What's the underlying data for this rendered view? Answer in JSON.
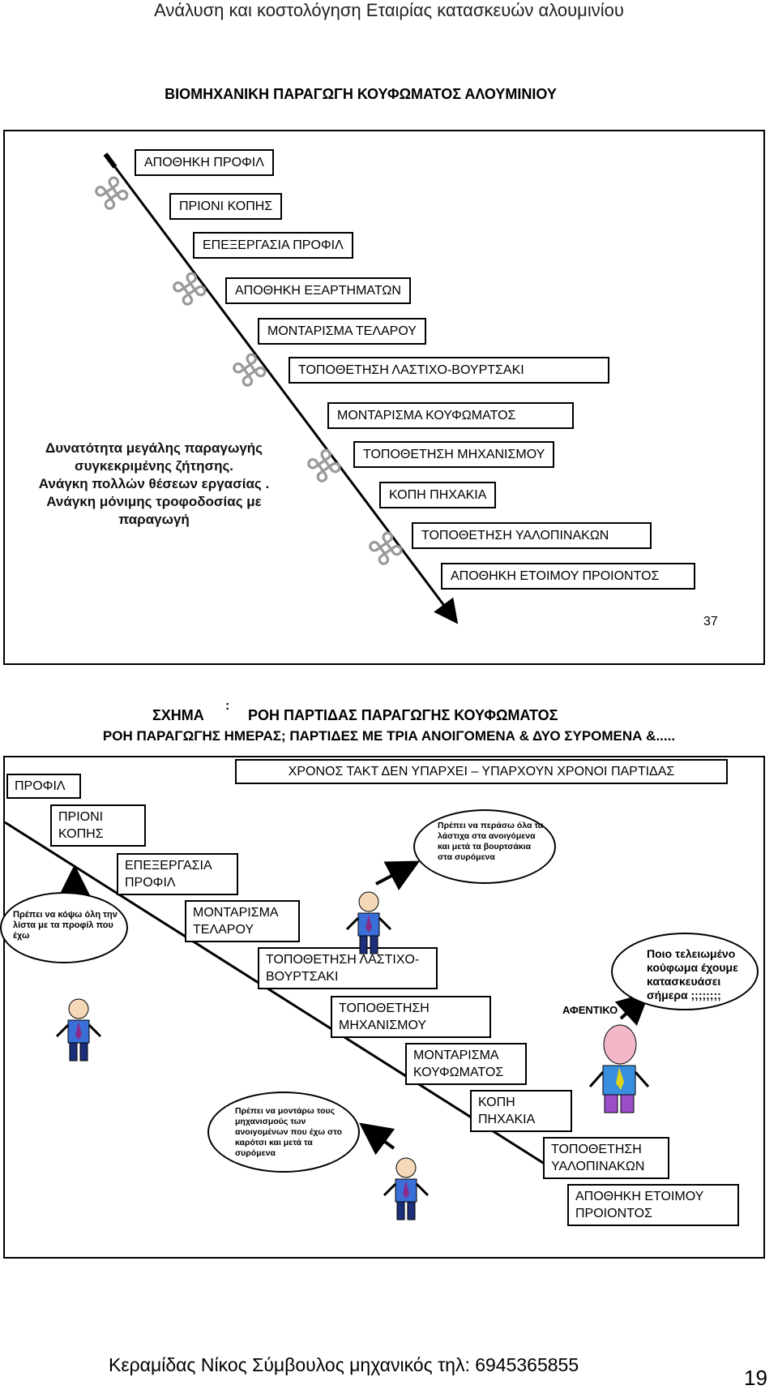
{
  "header": "Ανάλυση και κοστολόγηση Εταιρίας κατασκευών αλουμινίου",
  "slide1": {
    "title": "ΒΙΟΜΗΧΑΝΙΚΗ ΠΑΡΑΓΩΓΗ ΚΟΥΦΩΜΑΤΟΣ ΑΛΟΥΜΙΝΙΟΥ",
    "steps": [
      "ΑΠΟΘΗΚΗ ΠΡΟΦΙΛ",
      "ΠΡΙΟΝΙ ΚΟΠΗΣ",
      "ΕΠΕΞΕΡΓΑΣΙΑ ΠΡΟΦΙΛ",
      "ΑΠΟΘΗΚΗ  ΕΞΑΡΤΗΜΑΤΩΝ",
      "ΜΟΝΤΑΡΙΣΜΑ ΤΕΛΑΡΟΥ",
      "ΤΟΠΟΘΕΤΗΣΗ ΛΑΣΤΙΧΟ-ΒΟΥΡΤΣΑΚΙ",
      "ΜΟΝΤΑΡΙΣΜΑ ΚΟΥΦΩΜΑΤΟΣ",
      "ΤΟΠΟΘΕΤΗΣΗ ΜΗΧΑΝΙΣΜΟΥ",
      "ΚΟΠΗ ΠΗΧΑΚΙΑ",
      "ΤΟΠΟΘΕΤΗΣΗ  ΥΑΛΟΠΙΝΑΚΩΝ",
      "ΑΠΟΘΗΚΗ ΕΤΟΙΜΟΥ ΠΡΟΙΟΝΤΟΣ"
    ],
    "note_lines": [
      "Δυνατότητα μεγάλης παραγωγής",
      "συγκεκριμένης ζήτησης.",
      "Ανάγκη πολλών θέσεων εργασίας .",
      "Ανάγκη μόνιμης τροφοδοσίας με",
      "παραγωγή"
    ],
    "page_number": "37"
  },
  "slide2": {
    "title_line1_left": "ΣΧΗΜΑ",
    "title_line1_colon": ":",
    "title_line1_right": "ΡΟΗ ΠΑΡΤΙΔΑΣ ΠΑΡΑΓΩΓΗΣ ΚΟΥΦΩΜΑΤΟΣ",
    "title_line2": "ΡΟΗ ΠΑΡΑΓΩΓΗΣ ΗΜΕΡΑΣ; ΠΑΡΤΙΔΕΣ ΜΕ ΤΡΙΑ ΑΝΟΙΓΟΜΕΝΑ & ΔΥΟ ΣΥΡΟΜΕΝΑ &.....",
    "takt": "ΧΡΟΝΟΣ ΤΑΚΤ  ΔΕΝ ΥΠΑΡΧΕΙ – ΥΠΑΡΧΟΥΝ ΧΡΟΝΟΙ ΠΑΡΤΙΔΑΣ",
    "steps": [
      "ΠΡΟΦΙΛ",
      "ΠΡΙΟΝΙ ΚΟΠΗΣ",
      "ΕΠΕΞΕΡΓΑΣΙΑ ΠΡΟΦΙΛ",
      "ΜΟΝΤΑΡΙΣΜΑ ΤΕΛΑΡΟΥ",
      "ΤΟΠΟΘΕΤΗΣΗ ΛΑΣΤΙΧΟ-ΒΟΥΡΤΣΑΚΙ",
      "ΤΟΠΟΘΕΤΗΣΗ ΜΗΧΑΝΙΣΜΟΥ",
      "ΜΟΝΤΑΡΙΣΜΑ ΚΟΥΦΩΜΑΤΟΣ",
      "ΚΟΠΗ ΠΗΧΑΚΙΑ",
      "ΤΟΠΟΘΕΤΗΣΗ ΥΑΛΟΠΙΝΑΚΩΝ",
      "ΑΠΟΘΗΚΗ ΕΤΟΙΜΟΥ ΠΡΟΙΟΝΤΟΣ"
    ],
    "bubble1": "Πρέπει να κόψω όλη την λίστα με τα προφίλ που έχω",
    "bubble2": "Πρέπει να περάσω όλα τα λάστιχα στα ανοιγόμενα και μετά τα βουρτσάκια στα συρόμενα",
    "bubble3": "Πρέπει να μοντάρω τους μηχανισμούς των ανοιγομένων που έχω στο καρότσι και μετά τα συρόμενα",
    "bubble4": "Ποιο τελειωμένο κούφωμα  έχουμε κατασκευάσει σήμερα ;;;;;;;;",
    "boss_label": "ΑΦΕΝΤΙΚΟ"
  },
  "footer": "Κεραμίδας Νίκος Σύμβουλος μηχανικός τηλ: 6945365855",
  "page": "19"
}
